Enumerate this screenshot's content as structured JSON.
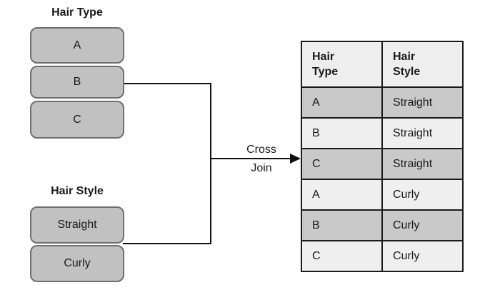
{
  "colors": {
    "box_fill": "#c1c1c1",
    "box_border": "#6f6f6f",
    "connector_line": "#111111",
    "table_border": "#1a1a1a",
    "table_header_bg": "#eeeeee",
    "table_row_dark": "#c9c9c9",
    "table_row_light": "#efefef",
    "background": "#ffffff"
  },
  "hair_type_list": {
    "title": "Hair Type",
    "items": [
      "A",
      "B",
      "C"
    ]
  },
  "hair_style_list": {
    "title": "Hair Style",
    "items": [
      "Straight",
      "Curly"
    ]
  },
  "connector": {
    "label_line1": "Cross",
    "label_line2": "Join"
  },
  "result_table": {
    "columns": [
      "Hair Type",
      "Hair Style"
    ],
    "rows": [
      [
        "A",
        "Straight"
      ],
      [
        "B",
        "Straight"
      ],
      [
        "C",
        "Straight"
      ],
      [
        "A",
        "Curly"
      ],
      [
        "B",
        "Curly"
      ],
      [
        "C",
        "Curly"
      ]
    ]
  }
}
